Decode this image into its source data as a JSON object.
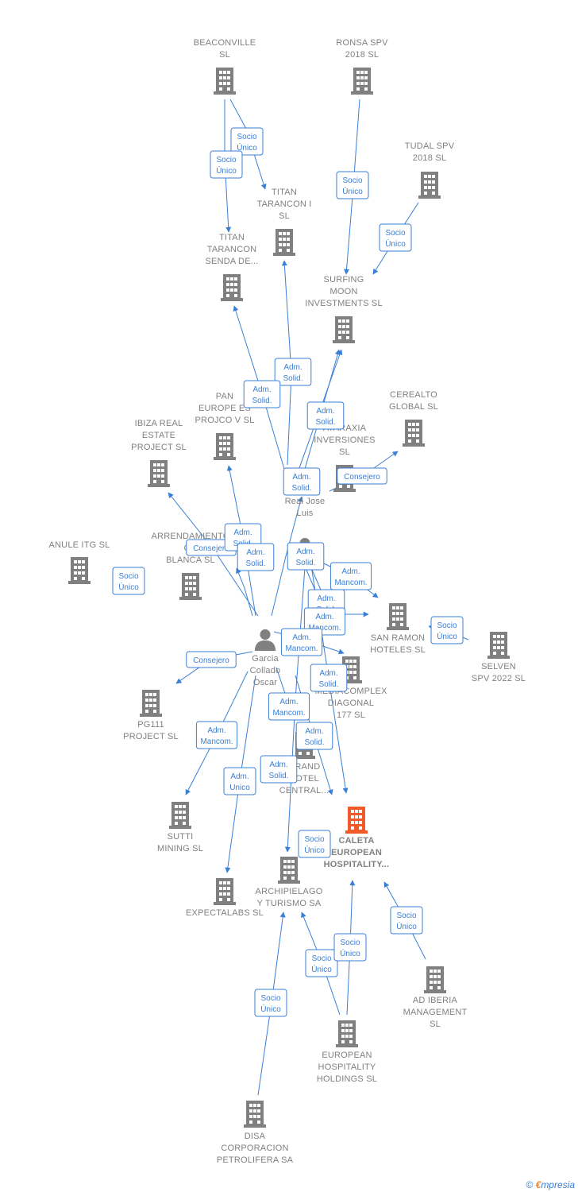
{
  "colors": {
    "edge": "#3a7fd6",
    "building": "#808080",
    "highlight": "#f05a28",
    "label": "#808080"
  },
  "nodes": [
    {
      "id": "beaconville",
      "type": "company",
      "lines": [
        "BEACONVILLE",
        "SL"
      ]
    },
    {
      "id": "ronsa",
      "type": "company",
      "lines": [
        "RONSA SPV",
        "2018  SL"
      ]
    },
    {
      "id": "tudal",
      "type": "company",
      "lines": [
        "TUDAL SPV",
        "2018  SL"
      ]
    },
    {
      "id": "titan1",
      "type": "company",
      "lines": [
        "TITAN",
        "TARANCON I",
        "SL"
      ]
    },
    {
      "id": "titansenda",
      "type": "company",
      "lines": [
        "TITAN",
        "TARANCON",
        "SENDA DE..."
      ]
    },
    {
      "id": "surfing",
      "type": "company",
      "lines": [
        "SURFING",
        "MOON",
        "INVESTMENTS SL"
      ]
    },
    {
      "id": "cerealto",
      "type": "company",
      "lines": [
        "CEREALTO",
        "GLOBAL  SL"
      ]
    },
    {
      "id": "pan",
      "type": "company",
      "lines": [
        "PAN",
        "EUROPE ES",
        "PROJCO V SL"
      ]
    },
    {
      "id": "ibiza",
      "type": "company",
      "lines": [
        "IBIZA REAL",
        "ESTATE",
        "PROJECT  SL"
      ]
    },
    {
      "id": "ataraxia",
      "type": "company",
      "lines": [
        "ATARAXIA",
        "INVERSIONES",
        "SL"
      ]
    },
    {
      "id": "anule",
      "type": "company",
      "lines": [
        "ANULE ITG  SL"
      ]
    },
    {
      "id": "arrend",
      "type": "company",
      "lines": [
        "ARRENDAMIENTO",
        "CO",
        "BLANCA SL"
      ]
    },
    {
      "id": "realjose",
      "type": "person",
      "lines": [
        "Real Jose",
        "Luis"
      ]
    },
    {
      "id": "sanramon",
      "type": "company",
      "lines": [
        "SAN RAMON",
        "HOTELES SL"
      ]
    },
    {
      "id": "selven",
      "type": "company",
      "lines": [
        "SELVEN",
        "SPV 2022  SL"
      ]
    },
    {
      "id": "garcia",
      "type": "person",
      "lines": [
        "Garcia",
        "Collado",
        "Oscar"
      ]
    },
    {
      "id": "mediacomplex",
      "type": "company",
      "lines": [
        "MEDIACOMPLEX",
        "DIAGONAL",
        "177  SL"
      ]
    },
    {
      "id": "pg111",
      "type": "company",
      "lines": [
        "PG111",
        "PROJECT  SL"
      ]
    },
    {
      "id": "grandhotel",
      "type": "company",
      "lines": [
        "GRAND",
        "HOTEL",
        "CENTRAL..."
      ]
    },
    {
      "id": "caleta",
      "type": "main",
      "lines": [
        "CALETA",
        "EUROPEAN",
        "HOSPITALITY..."
      ]
    },
    {
      "id": "sutti",
      "type": "company",
      "lines": [
        "SUTTI",
        "MINING SL"
      ]
    },
    {
      "id": "archipielago",
      "type": "company",
      "lines": [
        "ARCHIPIELAGO",
        "Y TURISMO SA"
      ]
    },
    {
      "id": "expectalabs",
      "type": "company",
      "lines": [
        "EXPECTALABS SL"
      ]
    },
    {
      "id": "adiberia",
      "type": "company",
      "lines": [
        "AD IBERIA",
        "MANAGEMENT",
        "SL"
      ]
    },
    {
      "id": "ehh",
      "type": "company",
      "lines": [
        "EUROPEAN",
        "HOSPITALITY",
        "HOLDINGS  SL"
      ]
    },
    {
      "id": "disa",
      "type": "company",
      "lines": [
        "DISA",
        "CORPORACION",
        "PETROLIFERA SA"
      ]
    }
  ],
  "edges": [
    {
      "lines": [
        "Socio",
        "Único"
      ]
    },
    {
      "lines": [
        "Socio",
        "Único"
      ]
    },
    {
      "lines": [
        "Socio",
        "Único"
      ]
    },
    {
      "lines": [
        "Socio",
        "Único"
      ]
    },
    {
      "lines": [
        "Adm.",
        "Solid."
      ]
    },
    {
      "lines": [
        "Adm.",
        "Solid."
      ]
    },
    {
      "lines": [
        "Adm.",
        "Solid."
      ]
    },
    {
      "lines": [
        "Adm.",
        "Solid."
      ]
    },
    {
      "lines": [
        "Consejero"
      ]
    },
    {
      "lines": [
        "Adm.",
        "Solid."
      ]
    },
    {
      "lines": [
        "Consejero"
      ]
    },
    {
      "lines": [
        "Adm.",
        "Solid."
      ]
    },
    {
      "lines": [
        "Adm.",
        "Solid."
      ]
    },
    {
      "lines": [
        "Socio",
        "Único"
      ]
    },
    {
      "lines": [
        "Adm.",
        "Mancom."
      ]
    },
    {
      "lines": [
        "Adm.",
        "Solid."
      ]
    },
    {
      "lines": [
        "Adm.",
        "Mancom."
      ]
    },
    {
      "lines": [
        "Socio",
        "Único"
      ]
    },
    {
      "lines": [
        "Adm.",
        "Mancom."
      ]
    },
    {
      "lines": [
        "Consejero"
      ]
    },
    {
      "lines": [
        "Adm.",
        "Solid."
      ]
    },
    {
      "lines": [
        "Adm.",
        "Mancom."
      ]
    },
    {
      "lines": [
        "Adm.",
        "Solid."
      ]
    },
    {
      "lines": [
        "Adm.",
        "Mancom."
      ]
    },
    {
      "lines": [
        "Adm.",
        "Unico"
      ]
    },
    {
      "lines": [
        "Adm.",
        "Solid."
      ]
    },
    {
      "lines": [
        "Socio",
        "Único"
      ]
    },
    {
      "lines": [
        "Socio",
        "Único"
      ]
    },
    {
      "lines": [
        "Socio",
        "Único"
      ]
    },
    {
      "lines": [
        "Socio",
        "Único"
      ]
    },
    {
      "lines": [
        "Socio",
        "Único"
      ]
    }
  ],
  "footer": {
    "copyright": "©",
    "brand_e": "€",
    "brand_rest": "mpresia"
  }
}
